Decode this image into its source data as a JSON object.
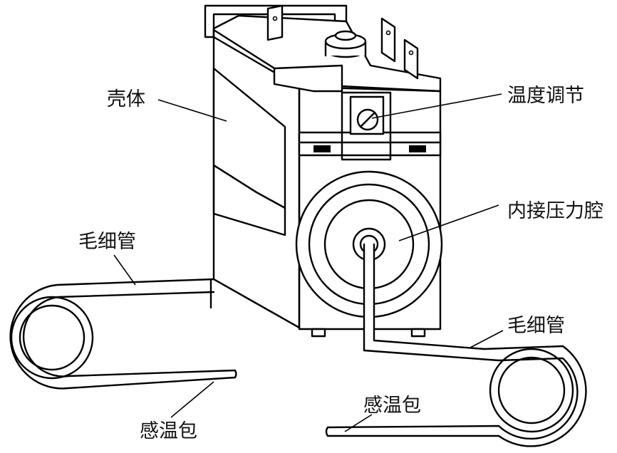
{
  "labels": {
    "shell": "壳体",
    "temp_adjust": "温度调节",
    "pressure_chamber": "内接压力腔",
    "capillary_left": "毛细管",
    "capillary_right": "毛细管",
    "bulb_left": "感温包",
    "bulb_right": "感温包"
  },
  "colors": {
    "ink": "#000000",
    "paper": "#ffffff"
  }
}
